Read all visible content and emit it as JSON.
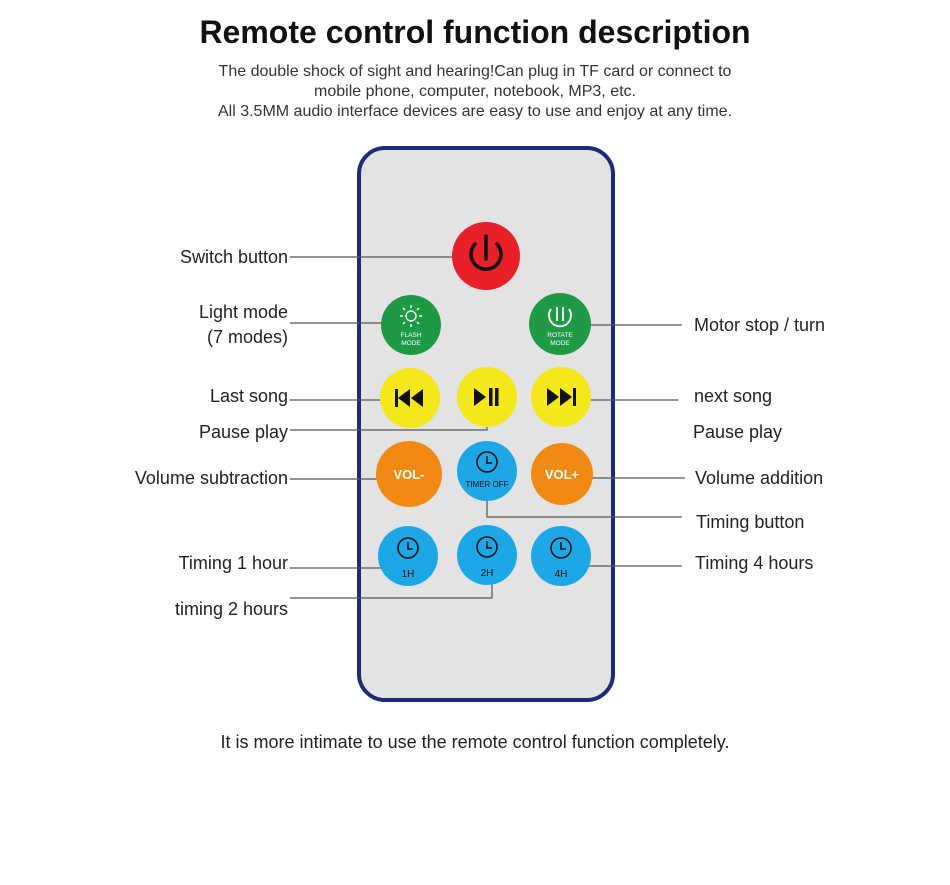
{
  "header": {
    "title": "Remote control function description",
    "subtitle_lines": [
      "The double shock of sight and hearing!Can plug in TF card or connect to",
      "mobile phone, computer, notebook, MP3, etc.",
      "All 3.5MM audio interface devices are easy to use and enjoy at any time."
    ]
  },
  "footer": "It is more intimate to use the remote control function completely.",
  "labels": {
    "switch": "Switch button",
    "light_mode_1": "Light mode",
    "light_mode_2": "(7 modes)",
    "motor": "Motor stop / turn",
    "last_song": "Last song",
    "pause_left": "Pause play",
    "next_song": "next song",
    "pause_right": "Pause play",
    "vol_sub": "Volume subtraction",
    "vol_add": "Volume addition",
    "timing_button": "Timing button",
    "timing_1h": "Timing 1 hour",
    "timing_2h": "timing 2 hours",
    "timing_4h": "Timing 4 hours"
  },
  "buttons": {
    "flash_mode": [
      "FLASH",
      "MODE"
    ],
    "rotate_mode": [
      "ROTATE",
      "MODE"
    ],
    "vol_minus": "VOL-",
    "vol_plus": "VOL+",
    "timer_off": "TIMER OFF",
    "t1": "1H",
    "t2": "2H",
    "t4": "4H"
  },
  "colors": {
    "power": "#e8202a",
    "green": "#1e9a45",
    "yellow": "#f5e81a",
    "orange": "#f08a12",
    "blue": "#1ea7e6",
    "remote_border": "#1e2a78",
    "remote_body": "#e3e3e3"
  },
  "icons": [
    "power-icon",
    "sun-icon",
    "rotate-pause-icon",
    "prev-track-icon",
    "play-pause-icon",
    "next-track-icon",
    "clock-icon"
  ]
}
